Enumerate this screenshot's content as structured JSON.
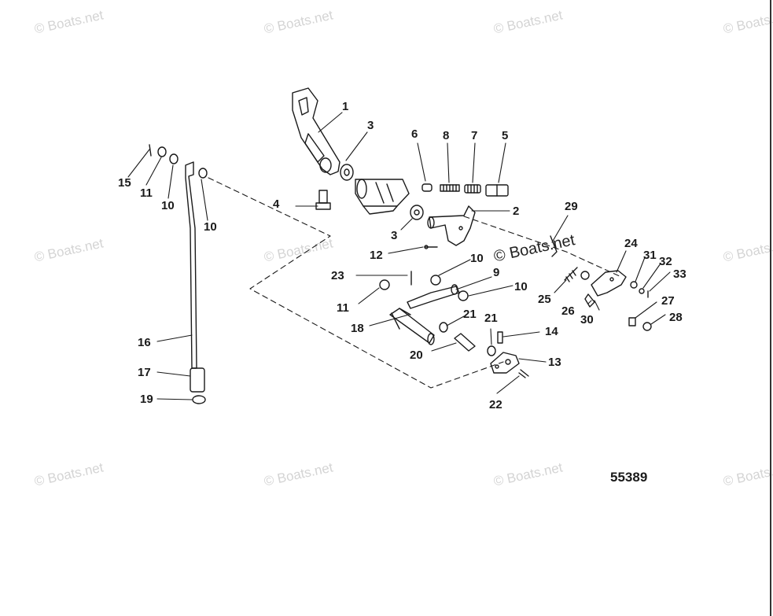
{
  "watermark": "© Boats.net",
  "figure_number": "55389",
  "callouts": {
    "c1": "1",
    "c2": "2",
    "c3a": "3",
    "c3b": "3",
    "c4": "4",
    "c5": "5",
    "c6": "6",
    "c7": "7",
    "c8": "8",
    "c9": "9",
    "c10a": "10",
    "c10b": "10",
    "c10c": "10",
    "c10d": "10",
    "c11a": "11",
    "c11b": "11",
    "c12": "12",
    "c13": "13",
    "c14": "14",
    "c15": "15",
    "c16": "16",
    "c17": "17",
    "c18": "18",
    "c19": "19",
    "c20": "20",
    "c21a": "21",
    "c21b": "21",
    "c22": "22",
    "c23": "23",
    "c24": "24",
    "c25": "25",
    "c26": "26",
    "c27": "27",
    "c28": "28",
    "c29": "29",
    "c30": "30",
    "c31": "31",
    "c32": "32",
    "c33": "33"
  },
  "colors": {
    "ink": "#1a1a1a",
    "watermark": "#d4d4d4"
  }
}
